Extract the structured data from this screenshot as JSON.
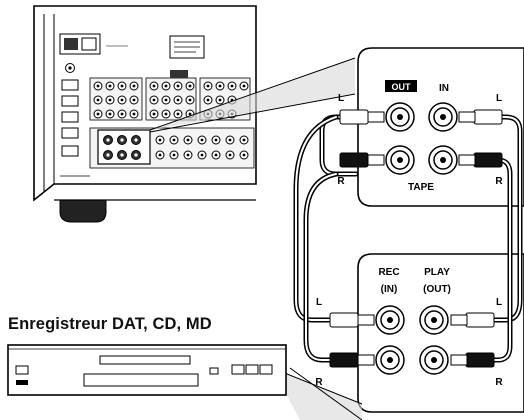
{
  "receiver": {
    "tape_panel": {
      "out_label": "OUT",
      "in_label": "IN",
      "left_label": "L",
      "right_label": "R",
      "tape_label": "TAPE"
    }
  },
  "recorder": {
    "title": "Enregistreur DAT, CD, MD",
    "panel": {
      "rec_label": "REC",
      "rec_sub_label": "(IN)",
      "play_label": "PLAY",
      "play_sub_label": "(OUT)",
      "left_label": "L",
      "right_label": "R"
    }
  }
}
